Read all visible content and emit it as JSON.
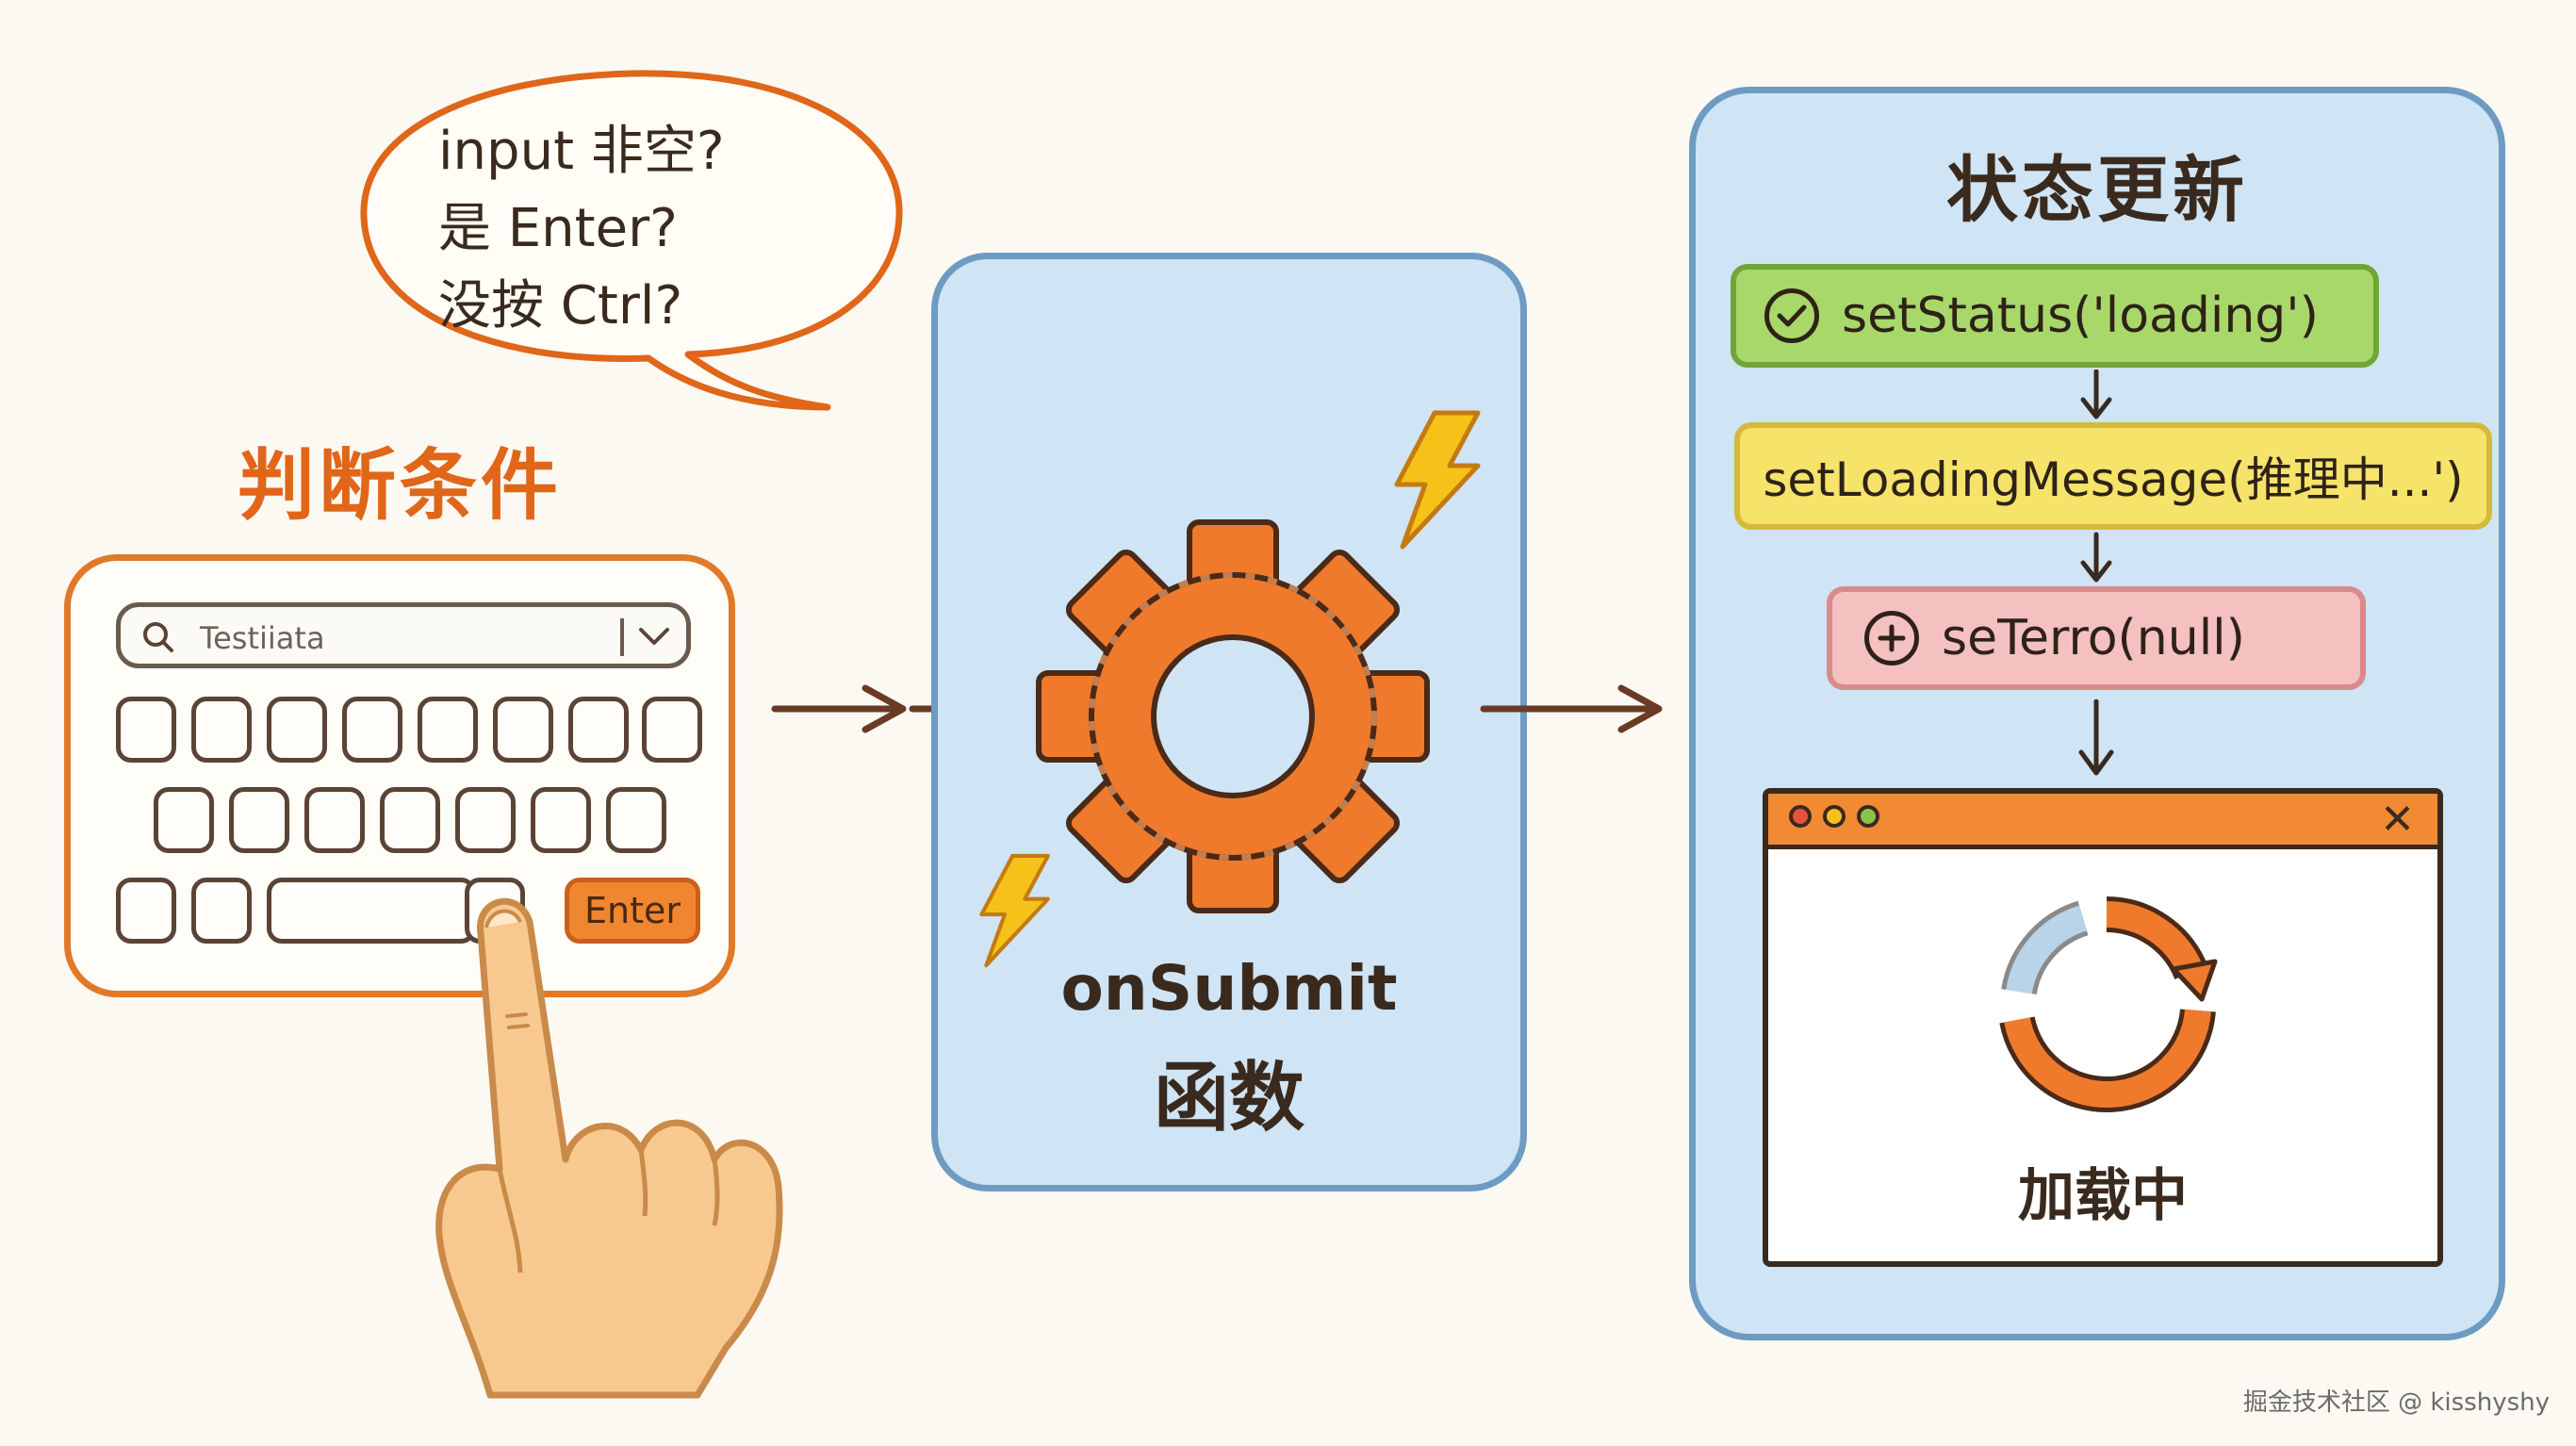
{
  "bubble": {
    "line1": "input 非空?",
    "line2": "是 Enter?",
    "line3": "没按 Ctrl?"
  },
  "condition_title": "判断条件",
  "keyboard": {
    "search_text": "Testiiata",
    "enter_label": "Enter"
  },
  "function": {
    "name": "onSubmit",
    "label": "函数"
  },
  "state": {
    "title": "状态更新",
    "step1": "setStatus('loading')",
    "step2": "setLoadingMessage(推理中...')",
    "step3": "seTerro(null)",
    "loading_label": "加载中"
  },
  "watermark": "掘金技术社区 @ kisshyshy",
  "colors": {
    "accent_orange": "#f0862f",
    "panel_blue": "#cfe4f4",
    "step_green": "#a8d86a",
    "step_yellow": "#f5e36a",
    "step_pink": "#f4c0c0"
  }
}
